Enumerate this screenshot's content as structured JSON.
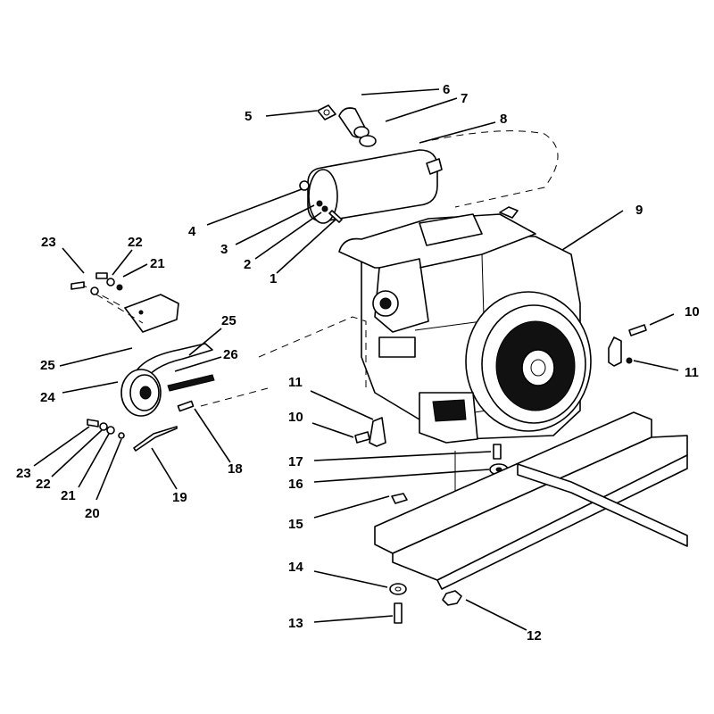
{
  "diagram": {
    "callouts": [
      {
        "id": "c6",
        "label": "6"
      },
      {
        "id": "c7",
        "label": "7"
      },
      {
        "id": "c5",
        "label": "5"
      },
      {
        "id": "c8",
        "label": "8"
      },
      {
        "id": "c9",
        "label": "9"
      },
      {
        "id": "c4",
        "label": "4"
      },
      {
        "id": "c3",
        "label": "3"
      },
      {
        "id": "c2",
        "label": "2"
      },
      {
        "id": "c1",
        "label": "1"
      },
      {
        "id": "c23a",
        "label": "23"
      },
      {
        "id": "c22a",
        "label": "22"
      },
      {
        "id": "c21a",
        "label": "21"
      },
      {
        "id": "c25a",
        "label": "25"
      },
      {
        "id": "c25b",
        "label": "25"
      },
      {
        "id": "c26",
        "label": "26"
      },
      {
        "id": "c24",
        "label": "24"
      },
      {
        "id": "c10a",
        "label": "10"
      },
      {
        "id": "c11a",
        "label": "11"
      },
      {
        "id": "c11b",
        "label": "11"
      },
      {
        "id": "c10b",
        "label": "10"
      },
      {
        "id": "c17",
        "label": "17"
      },
      {
        "id": "c16",
        "label": "16"
      },
      {
        "id": "c18",
        "label": "18"
      },
      {
        "id": "c23b",
        "label": "23"
      },
      {
        "id": "c22b",
        "label": "22"
      },
      {
        "id": "c21b",
        "label": "21"
      },
      {
        "id": "c20",
        "label": "20"
      },
      {
        "id": "c19",
        "label": "19"
      },
      {
        "id": "c15",
        "label": "15"
      },
      {
        "id": "c14",
        "label": "14"
      },
      {
        "id": "c13",
        "label": "13"
      },
      {
        "id": "c12",
        "label": "12"
      }
    ]
  }
}
